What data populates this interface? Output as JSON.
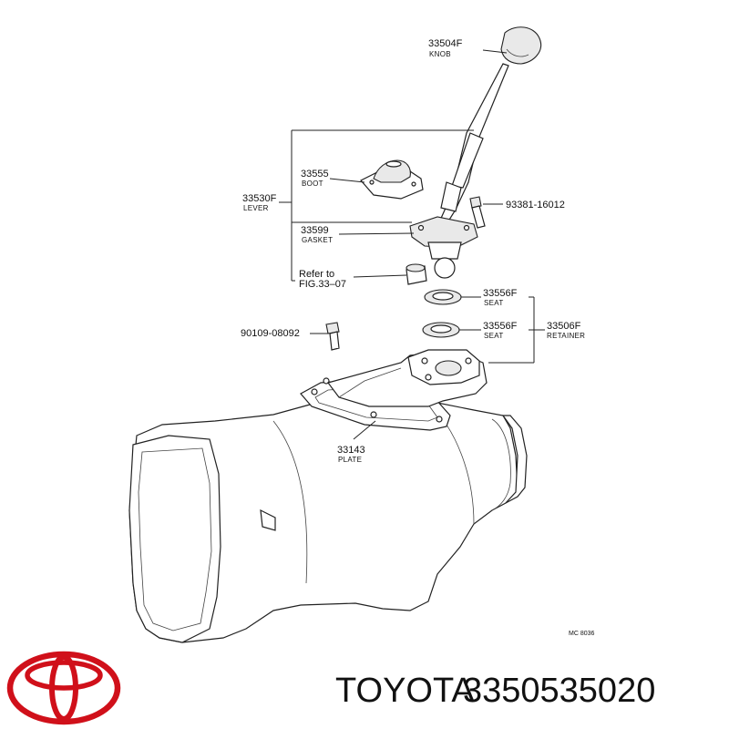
{
  "labels": {
    "knob": {
      "part": "33504F",
      "name": "KNOB"
    },
    "boot": {
      "part": "33555",
      "name": "BOOT"
    },
    "lever": {
      "part": "33530F",
      "name": "LEVER"
    },
    "bolt": {
      "part": "93381-16012"
    },
    "gasket": {
      "part": "33599",
      "name": "GASKET"
    },
    "refer": {
      "line1": "Refer to",
      "line2": "FIG.33–07"
    },
    "seat_upper": {
      "part": "33556F",
      "name": "SEAT"
    },
    "seat_lower": {
      "part": "33556F",
      "name": "SEAT"
    },
    "retainer": {
      "part": "33506F",
      "name": "RETAINER"
    },
    "screw": {
      "part": "90109-08092"
    },
    "plate": {
      "part": "33143",
      "name": "PLATE"
    }
  },
  "diagram_code": "MC 8036",
  "footer": {
    "brand": "TOYOTA",
    "part_number": "3350535020",
    "logo_color": "#d0101a"
  }
}
